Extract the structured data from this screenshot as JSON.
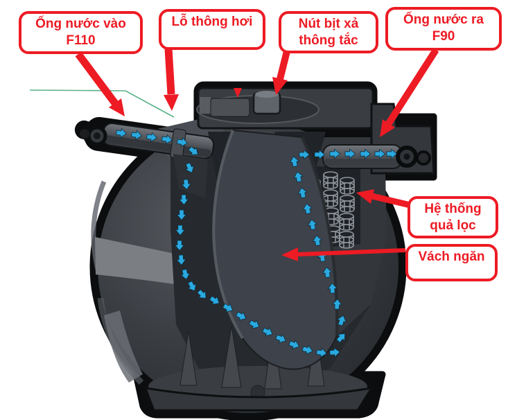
{
  "figure_labels": {
    "inlet": {
      "line1": "Ống nước vào",
      "line2": "F110"
    },
    "vent": {
      "line1": "Lỗ thông hơi"
    },
    "plug": {
      "line1": "Nút bịt xả",
      "line2": "thông tắc"
    },
    "outlet": {
      "line1": "Ống nước ra",
      "line2": "F90"
    },
    "filter": {
      "line1": "Hệ thống",
      "line2": "quả lọc"
    },
    "partition": {
      "line1": "Vách ngăn"
    }
  },
  "colors": {
    "callout_red": "#ed1b24",
    "flow_arrow_blue": "#2aa9e0",
    "leader_line_green": "#57b287",
    "tank_body_gray": "#2f3236",
    "background": "#ffffff"
  }
}
